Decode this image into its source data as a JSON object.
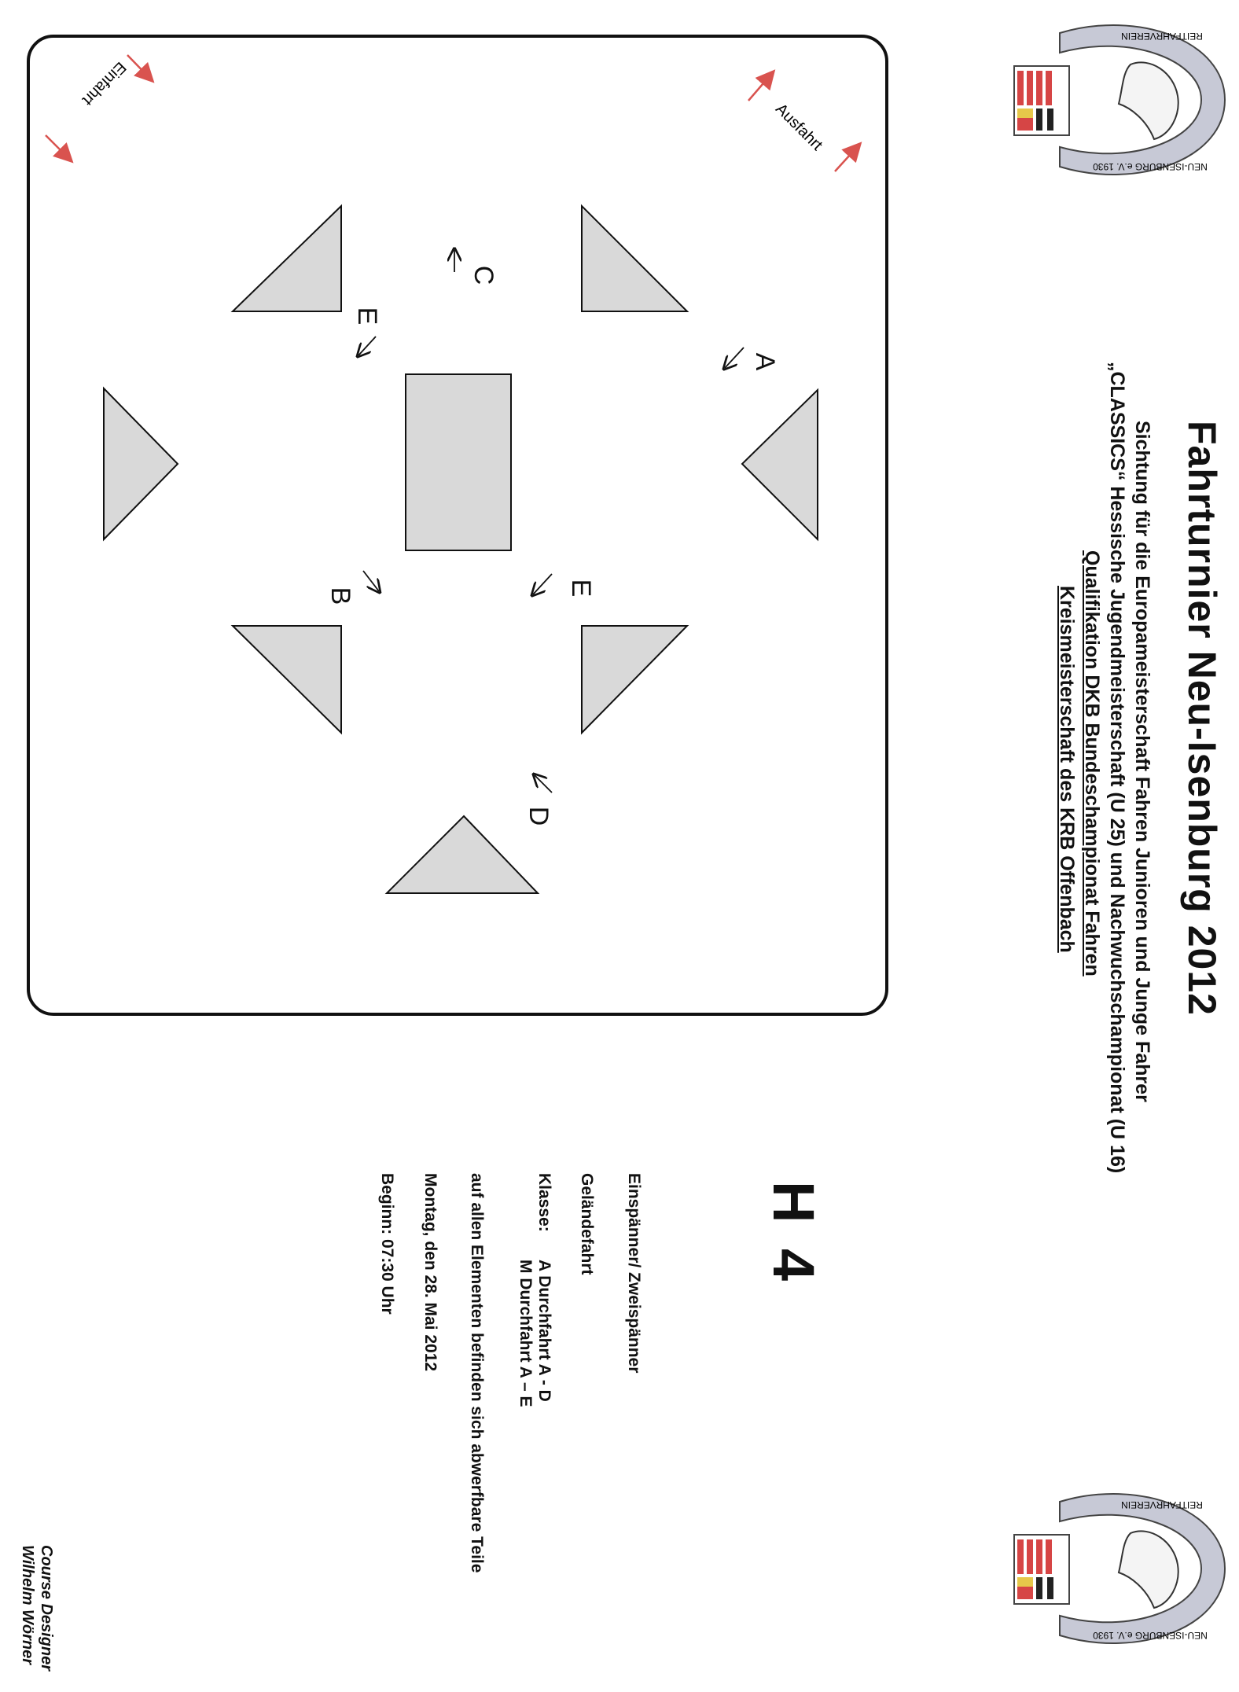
{
  "header": {
    "title": "Fahrturnier Neu-Isenburg 2012",
    "lines": [
      "Sichtung für die Europameisterschaft Fahren Junioren und Junge Fahrer",
      "„CLASSICS“ Hessische Jugendmeisterschaft (U 25) und Nachwuchschampionat (U 16)",
      "Qualifikation DKB Bundeschampionat Fahren",
      "Kreismeisterschaft des KRB Offenbach"
    ]
  },
  "logo": {
    "club_top": "REITFAHRVEREIN",
    "club_bottom": "NEU-ISENBURG e.V. 1930"
  },
  "course": {
    "code": "H 4",
    "division": "Einspänner/ Zweispänner",
    "event": "Geländefahrt",
    "class_label": "Klasse:",
    "class_a": "A Durchfahrt A - D",
    "class_m": "M Durchfahrt A – E",
    "note": "auf allen Elementen befinden sich abwerfbare Teile",
    "date": "Montag, den 28. Mai 2012",
    "start": "Beginn:  07:30 Uhr"
  },
  "diagram": {
    "entry_label": "Einfahrt",
    "exit_label": "Ausfahrt",
    "gates": {
      "A": "A",
      "B": "B",
      "C": "C",
      "D": "D",
      "E1": "E",
      "E2": "E"
    },
    "arrow_color": "#d9534f",
    "fill_color": "#d9d9d9"
  },
  "designer": {
    "role": "Course Designer",
    "name": "Wilhelm Wörner"
  }
}
